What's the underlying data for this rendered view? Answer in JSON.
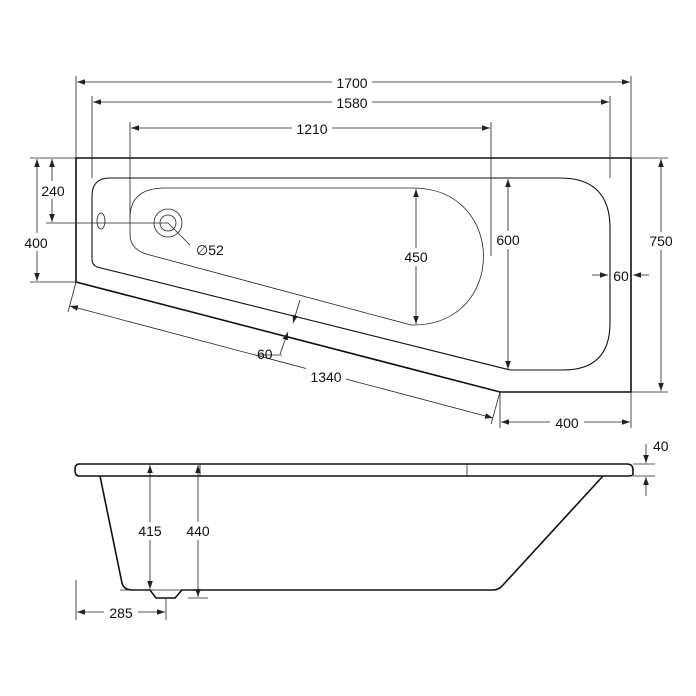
{
  "drawing": {
    "plan_view": {
      "dim_total_length": "1700",
      "dim_outer_length": "1580",
      "dim_basin_length": "1210",
      "dim_waste_offset": "240",
      "dim_head_width": "400",
      "dim_overall_width": "750",
      "dim_basin_width": "450",
      "dim_inner_width": "600",
      "dim_rim": "60",
      "dim_front_rim": "60",
      "dim_waste_diameter": "∅52",
      "dim_angled_side": "1340",
      "dim_foot_return": "400"
    },
    "side_view": {
      "dim_rim_thickness": "40",
      "dim_inner_depth": "415",
      "dim_outer_depth": "440",
      "dim_foot_offset": "285"
    }
  }
}
